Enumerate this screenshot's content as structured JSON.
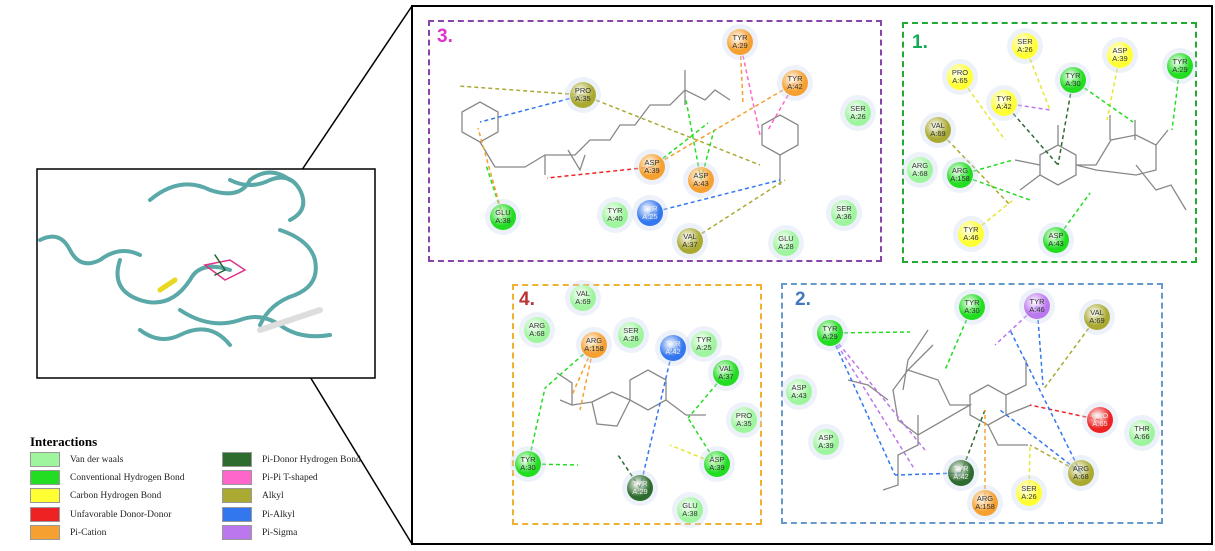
{
  "colors": {
    "vdw": "#9ef59e",
    "hbond": "#22dd22",
    "carbon": "#ffff33",
    "unfav": "#ee2222",
    "cation": "#f5a030",
    "pidonor": "#2e6b2e",
    "tshaped": "#ff66cc",
    "alkyl": "#aaaa33",
    "pialkyl": "#3377ee",
    "sigma": "#bb77ee"
  },
  "legend": {
    "title": "Interactions",
    "items": [
      {
        "label": "Van der waals",
        "type": "vdw"
      },
      {
        "label": "Conventional  Hydrogen Bond",
        "type": "hbond"
      },
      {
        "label": "Carbon Hydrogen Bond",
        "type": "carbon"
      },
      {
        "label": "Unfavorable Donor-Donor",
        "type": "unfav"
      },
      {
        "label": "Pi-Cation",
        "type": "cation"
      },
      {
        "label": "Pi-Donor Hydrogen Bond",
        "type": "pidonor"
      },
      {
        "label": "Pi-Pi T-shaped",
        "type": "tshaped"
      },
      {
        "label": "Alkyl",
        "type": "alkyl"
      },
      {
        "label": "Pi-Alkyl",
        "type": "pialkyl"
      },
      {
        "label": "Pi-Sigma",
        "type": "sigma"
      }
    ]
  },
  "panels": {
    "p3": {
      "number": "3.",
      "color": "#8844aa",
      "num_color": "#dd33cc",
      "residues": [
        {
          "name": "TYR",
          "id": "A:29",
          "type": "cation"
        },
        {
          "name": "TYR",
          "id": "A:42",
          "type": "cation"
        },
        {
          "name": "PRO",
          "id": "A:35",
          "type": "alkyl"
        },
        {
          "name": "SER",
          "id": "A:26",
          "type": "vdw"
        },
        {
          "name": "ASP",
          "id": "A:39",
          "type": "cation"
        },
        {
          "name": "ASP",
          "id": "A:43",
          "type": "cation"
        },
        {
          "name": "GLU",
          "id": "A:38",
          "type": "hbond"
        },
        {
          "name": "TYR",
          "id": "A:40",
          "type": "vdw"
        },
        {
          "name": "TYR",
          "id": "A:25",
          "type": "pialkyl"
        },
        {
          "name": "SER",
          "id": "A:36",
          "type": "vdw"
        },
        {
          "name": "VAL",
          "id": "A:37",
          "type": "alkyl"
        },
        {
          "name": "GLU",
          "id": "A:28",
          "type": "vdw"
        }
      ]
    },
    "p1": {
      "number": "1.",
      "color": "#22aa33",
      "num_color": "#11aa55",
      "residues": [
        {
          "name": "SER",
          "id": "A:26",
          "type": "carbon"
        },
        {
          "name": "ASP",
          "id": "A:39",
          "type": "carbon"
        },
        {
          "name": "TYR",
          "id": "A:29",
          "type": "hbond"
        },
        {
          "name": "PRO",
          "id": "A:65",
          "type": "carbon"
        },
        {
          "name": "TYR",
          "id": "A:30",
          "type": "hbond"
        },
        {
          "name": "TYR",
          "id": "A:42",
          "type": "carbon"
        },
        {
          "name": "VAL",
          "id": "A:69",
          "type": "alkyl"
        },
        {
          "name": "ARG",
          "id": "A:68",
          "type": "vdw"
        },
        {
          "name": "ARG",
          "id": "A:158",
          "type": "hbond"
        },
        {
          "name": "TYR",
          "id": "A:46",
          "type": "carbon"
        },
        {
          "name": "ASP",
          "id": "A:43",
          "type": "hbond"
        }
      ]
    },
    "p4": {
      "number": "4.",
      "color": "#f0b030",
      "num_color": "#bb3333",
      "residues": [
        {
          "name": "VAL",
          "id": "A:69",
          "type": "vdw"
        },
        {
          "name": "ARG",
          "id": "A:68",
          "type": "vdw"
        },
        {
          "name": "ARG",
          "id": "A:158",
          "type": "cation"
        },
        {
          "name": "SER",
          "id": "A:26",
          "type": "vdw"
        },
        {
          "name": "TYR",
          "id": "A:42",
          "type": "pialkyl"
        },
        {
          "name": "TYR",
          "id": "A:25",
          "type": "vdw"
        },
        {
          "name": "VAL",
          "id": "A:37",
          "type": "hbond"
        },
        {
          "name": "PRO",
          "id": "A:35",
          "type": "vdw"
        },
        {
          "name": "TYR",
          "id": "A:30",
          "type": "hbond"
        },
        {
          "name": "ASP",
          "id": "A:39",
          "type": "hbond"
        },
        {
          "name": "TYR",
          "id": "A:29",
          "type": "pidonor"
        },
        {
          "name": "GLU",
          "id": "A:38",
          "type": "vdw"
        }
      ]
    },
    "p2": {
      "number": "2.",
      "color": "#6699cc",
      "num_color": "#4477bb",
      "residues": [
        {
          "name": "TYR",
          "id": "A:30",
          "type": "hbond"
        },
        {
          "name": "TYR",
          "id": "A:46",
          "type": "sigma"
        },
        {
          "name": "VAL",
          "id": "A:69",
          "type": "alkyl"
        },
        {
          "name": "TYR",
          "id": "A:29",
          "type": "hbond"
        },
        {
          "name": "ASP",
          "id": "A:43",
          "type": "vdw"
        },
        {
          "name": "PRO",
          "id": "A:65",
          "type": "unfav"
        },
        {
          "name": "THR",
          "id": "A:66",
          "type": "vdw"
        },
        {
          "name": "ASP",
          "id": "A:39",
          "type": "vdw"
        },
        {
          "name": "TYR",
          "id": "A:42",
          "type": "pidonor"
        },
        {
          "name": "ARG",
          "id": "A:68",
          "type": "alkyl"
        },
        {
          "name": "SER",
          "id": "A:26",
          "type": "carbon"
        },
        {
          "name": "ARG",
          "id": "A:158",
          "type": "cation"
        }
      ]
    }
  }
}
